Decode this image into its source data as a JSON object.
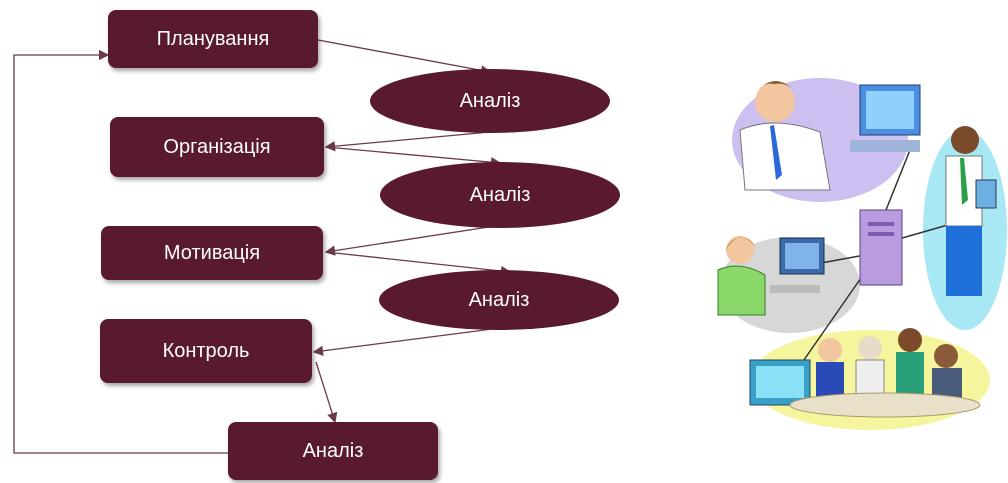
{
  "diagram": {
    "steps": {
      "planning": "Планування",
      "organization": "Організація",
      "motivation": "Мотивація",
      "control": "Контроль",
      "analysis_final": "Аналіз"
    },
    "analysis_nodes": [
      "Аналіз",
      "Аналіз",
      "Аналіз"
    ],
    "colors": {
      "node": "#5a1a2e",
      "connector": "#6a3a4c",
      "text": "#ffffff"
    }
  },
  "illustration": {
    "icon": "office-network-clipart"
  }
}
